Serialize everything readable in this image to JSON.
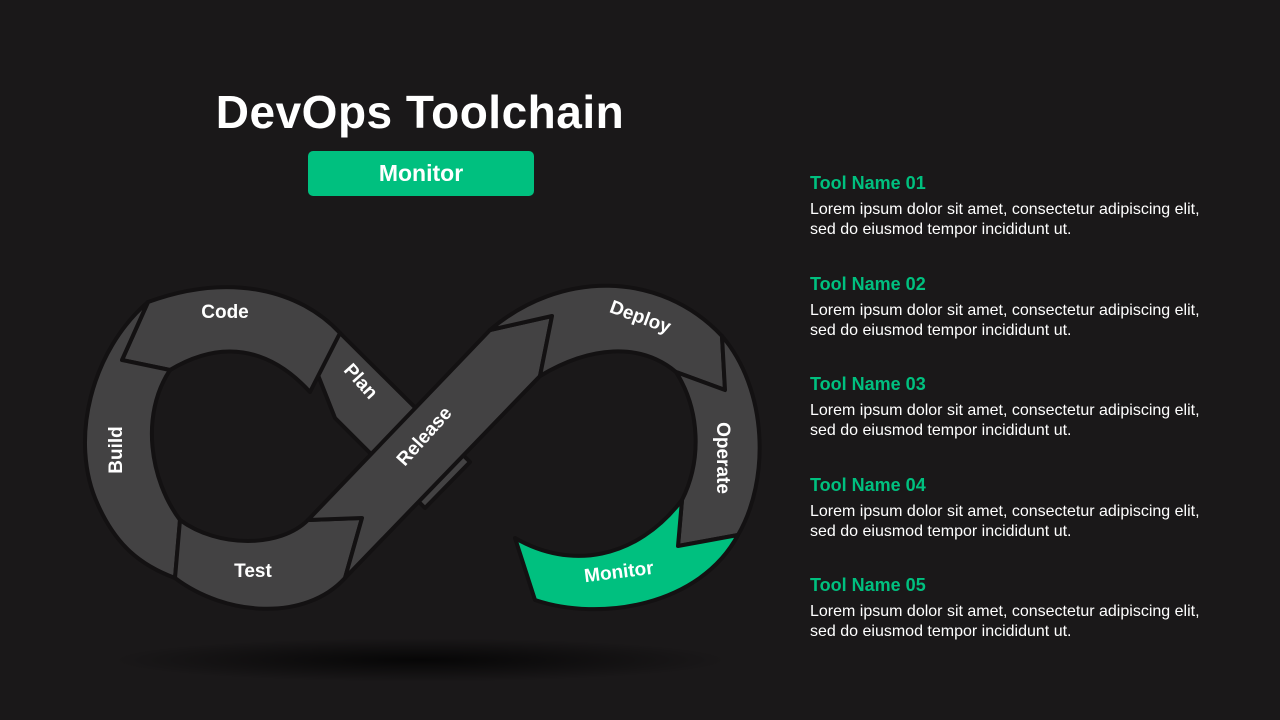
{
  "title": "DevOps Toolchain",
  "badge": "Monitor",
  "colors": {
    "background": "#1a1819",
    "accent": "#00c07f",
    "segment": "#434243",
    "outline": "#131112"
  },
  "stages": [
    {
      "label": "Plan",
      "highlighted": false
    },
    {
      "label": "Code",
      "highlighted": false
    },
    {
      "label": "Build",
      "highlighted": false
    },
    {
      "label": "Test",
      "highlighted": false
    },
    {
      "label": "Release",
      "highlighted": false
    },
    {
      "label": "Deploy",
      "highlighted": false
    },
    {
      "label": "Operate",
      "highlighted": false
    },
    {
      "label": "Monitor",
      "highlighted": true
    }
  ],
  "tools": [
    {
      "name": "Tool Name 01",
      "description": "Lorem ipsum dolor sit amet, consectetur adipiscing elit, sed do eiusmod tempor incididunt ut."
    },
    {
      "name": "Tool Name 02",
      "description": "Lorem ipsum dolor sit amet, consectetur adipiscing elit, sed do eiusmod tempor incididunt ut."
    },
    {
      "name": "Tool Name 03",
      "description": "Lorem ipsum dolor sit amet, consectetur adipiscing elit, sed do eiusmod tempor incididunt ut."
    },
    {
      "name": "Tool Name 04",
      "description": "Lorem ipsum dolor sit amet, consectetur adipiscing elit, sed do eiusmod tempor incididunt ut."
    },
    {
      "name": "Tool Name 05",
      "description": "Lorem ipsum dolor sit amet, consectetur adipiscing elit, sed do eiusmod tempor incididunt ut."
    }
  ]
}
